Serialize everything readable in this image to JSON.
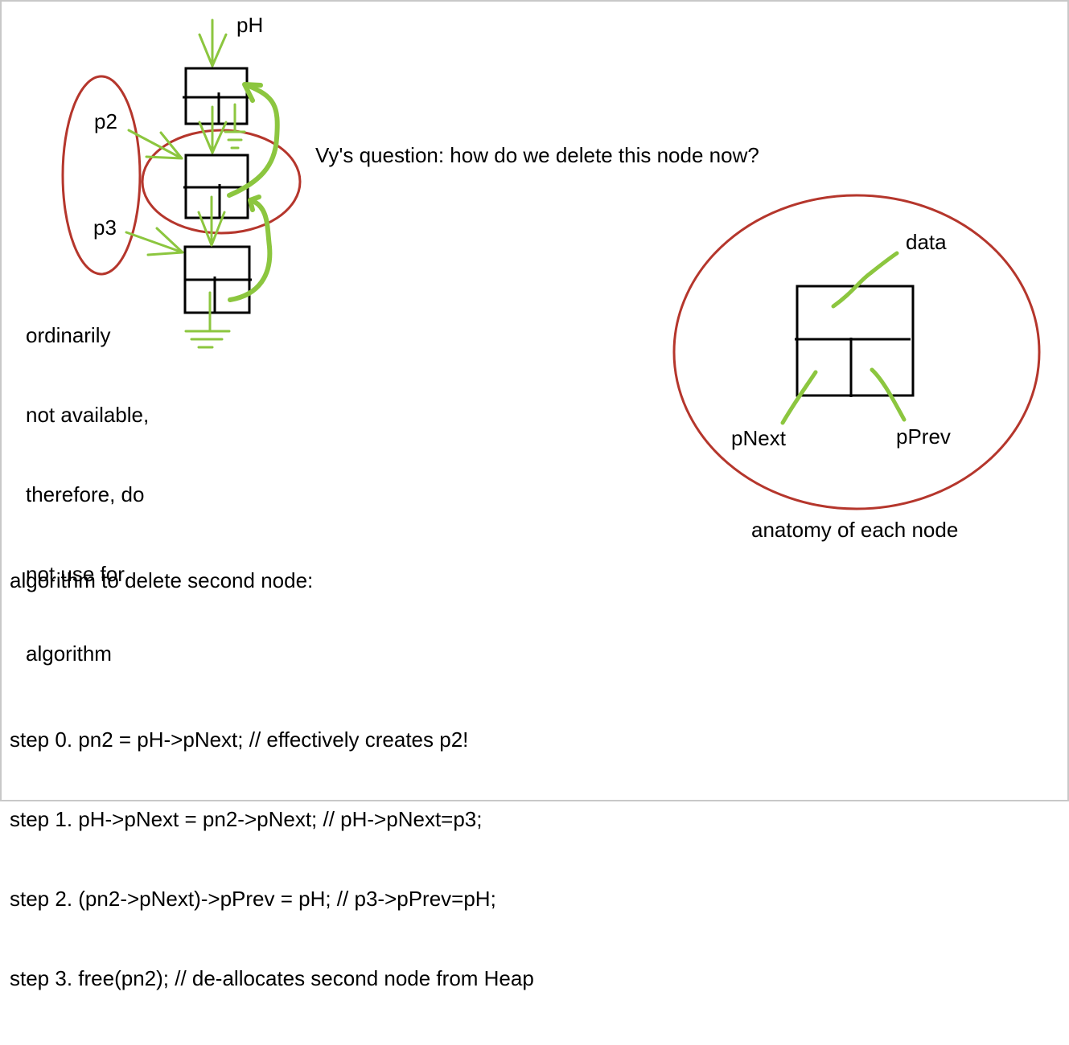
{
  "labels": {
    "ph": "pH",
    "p2": "p2",
    "p3": "p3",
    "question": "Vy's question: how do we delete this node now?",
    "note_lines": [
      "ordinarily",
      "not available,",
      "therefore, do",
      "not use for",
      "algorithm"
    ],
    "anatomy_data": "data",
    "anatomy_pnext": "pNext",
    "anatomy_pprev": "pPrev",
    "anatomy_caption": "anatomy of each node"
  },
  "algorithm": {
    "title": "algorithm to delete second node:",
    "steps": [
      "step 0. pn2 = pH->pNext; // effectively creates p2!",
      "step 1. pH->pNext = pn2->pNext; // pH->pNext=p3;",
      "step 2. (pn2->pNext)->pPrev = pH; // p3->pPrev=pH;",
      "step 3. free(pn2); // de-allocates second node from Heap"
    ]
  },
  "colors": {
    "ink": "#000000",
    "arrow_green": "#8cc63f",
    "circle_red": "#b5362c",
    "border": "#c8c8c8"
  }
}
